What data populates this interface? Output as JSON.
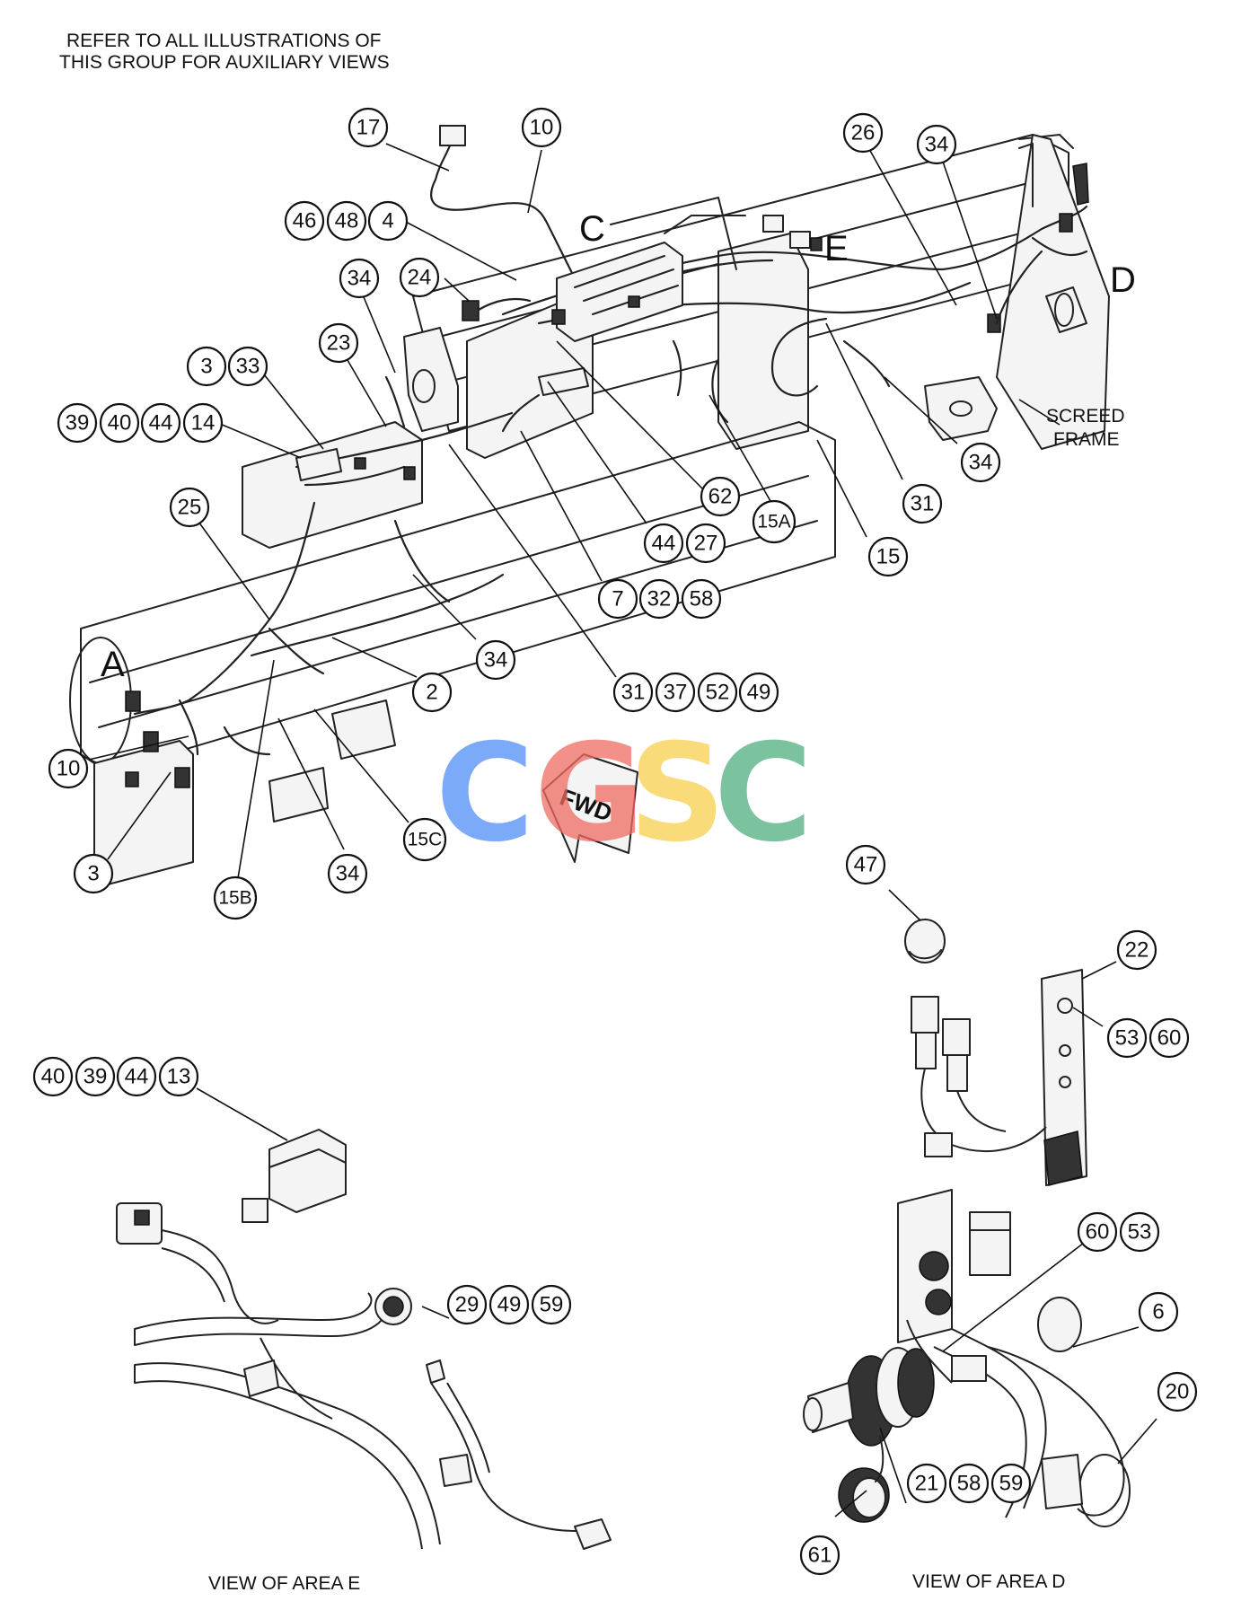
{
  "note": {
    "line1": "REFER TO ALL ILLUSTRATIONS OF",
    "line2": "THIS GROUP FOR AUXILIARY VIEWS"
  },
  "area_letters": {
    "a": "A",
    "c": "C",
    "d": "D",
    "e": "E"
  },
  "screed_frame": {
    "line1": "SCREED",
    "line2": "FRAME"
  },
  "fwd_label": "FWD",
  "watermark": {
    "letters": [
      "C",
      "G",
      "S",
      "C"
    ],
    "colors": [
      "#4f8ef7",
      "#ee6b62",
      "#f7cf4d",
      "#4fae7f"
    ]
  },
  "view_labels": {
    "area_e": "VIEW OF AREA E",
    "area_d": "VIEW OF AREA D"
  },
  "callouts": {
    "c17": "17",
    "c10a": "10",
    "c26": "26",
    "c34a": "34",
    "c46": "46",
    "c48": "48",
    "c4": "4",
    "c34b": "34",
    "c24": "24",
    "c23": "23",
    "c3a": "3",
    "c33": "33",
    "c39a": "39",
    "c40a": "40",
    "c44a": "44",
    "c14": "14",
    "c25": "25",
    "c62": "62",
    "c44b": "44",
    "c27": "27",
    "c15a": "15A",
    "c31a": "31",
    "c15": "15",
    "c34c": "34",
    "c7": "7",
    "c32": "32",
    "c58a": "58",
    "c34d": "34",
    "c2": "2",
    "c31b": "31",
    "c37": "37",
    "c52": "52",
    "c49a": "49",
    "c10b": "10",
    "c3b": "3",
    "c15c": "15C",
    "c15b": "15B",
    "c34e": "34",
    "c47": "47",
    "c22": "22",
    "c53a": "53",
    "c60a": "60",
    "c40b": "40",
    "c39b": "39",
    "c44c": "44",
    "c13": "13",
    "c29": "29",
    "c49b": "49",
    "c59a": "59",
    "c60b": "60",
    "c53b": "53",
    "c6": "6",
    "c20": "20",
    "c21": "21",
    "c58b": "58",
    "c59b": "59",
    "c61": "61"
  }
}
